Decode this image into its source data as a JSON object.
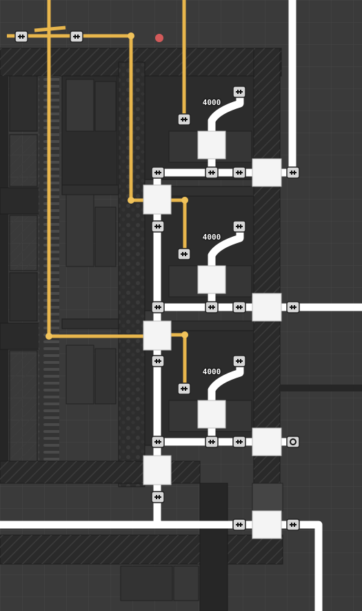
{
  "view": {
    "mode": "plumbing-overlay",
    "colors": {
      "background": "#3a3a3a",
      "grid": "#474747",
      "tile": "#2a2a2a",
      "tile_edge": "#1c1c1c",
      "hatch": "#3c3c3c",
      "gas_pipe": "#ffffff",
      "power_wire": "#e8b64c",
      "wire_node": "#f0c25a",
      "bridge": "#d8d8d8"
    }
  },
  "readouts": [
    {
      "text": "4000"
    },
    {
      "text": "4000"
    },
    {
      "text": "4000"
    }
  ]
}
